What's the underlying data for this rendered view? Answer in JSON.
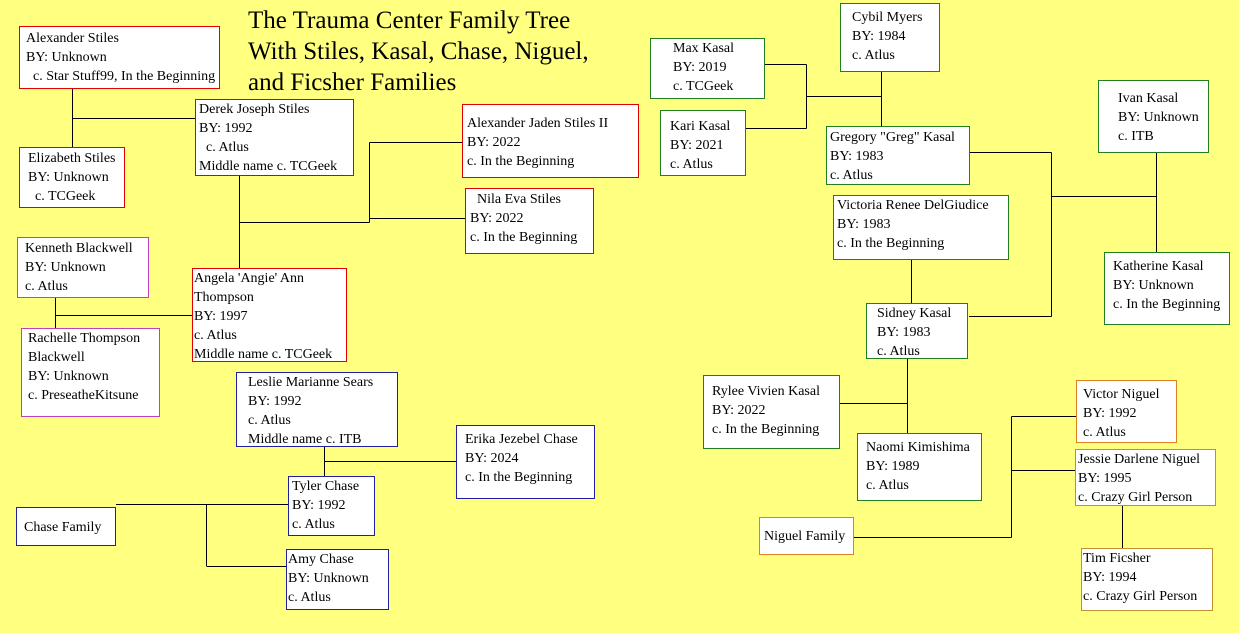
{
  "title": [
    "The Trauma Center Family Tree",
    "With Stiles, Kasal, Chase, Niguel,",
    "and Ficsher Families"
  ],
  "people": {
    "alexander_stiles": [
      "Alexander Stiles",
      "BY: Unknown",
      "c. Star Stuff99, In the Beginning"
    ],
    "elizabeth_stiles": [
      "Elizabeth Stiles",
      "BY: Unknown",
      "c. TCGeek"
    ],
    "derek_stiles": [
      "Derek Joseph Stiles",
      "BY: 1992",
      "c. Atlus",
      "Middle name c. TCGeek"
    ],
    "alexander_jaden_stiles": [
      "Alexander Jaden Stiles II",
      "BY: 2022",
      "c. In the Beginning"
    ],
    "nila_stiles": [
      "Nila Eva Stiles",
      "BY: 2022",
      "c. In the Beginning"
    ],
    "kenneth_blackwell": [
      "Kenneth Blackwell",
      "BY: Unknown",
      "c. Atlus"
    ],
    "rachelle_blackwell": [
      "Rachelle Thompson",
      "Blackwell",
      "BY: Unknown",
      "c. PreseatheKitsune"
    ],
    "angie_thompson": [
      "Angela 'Angie' Ann",
      "Thompson",
      "BY: 1997",
      "c. Atlus",
      "Middle name c. TCGeek"
    ],
    "leslie_sears": [
      "Leslie Marianne Sears",
      "BY: 1992",
      "c. Atlus",
      "Middle name c. ITB"
    ],
    "erika_chase": [
      "Erika Jezebel Chase",
      "BY: 2024",
      "c. In the Beginning"
    ],
    "tyler_chase": [
      "Tyler Chase",
      "BY: 1992",
      "c. Atlus"
    ],
    "chase_family": [
      "Chase Family"
    ],
    "amy_chase": [
      "Amy Chase",
      "BY: Unknown",
      "c. Atlus"
    ],
    "max_kasal": [
      "Max Kasal",
      "BY: 2019",
      "c. TCGeek"
    ],
    "kari_kasal": [
      "Kari Kasal",
      "BY: 2021",
      "c. Atlus"
    ],
    "cybil_myers": [
      "Cybil Myers",
      "BY: 1984",
      "c. Atlus"
    ],
    "greg_kasal": [
      "Gregory \"Greg\" Kasal",
      "BY: 1983",
      "c. Atlus"
    ],
    "victoria_delgiudice": [
      "Victoria Renee DelGiudice",
      "BY: 1983",
      "c. In the Beginning"
    ],
    "ivan_kasal": [
      "Ivan Kasal",
      "BY: Unknown",
      "c. ITB"
    ],
    "katherine_kasal": [
      "Katherine Kasal",
      "BY: Unknown",
      "c. In the Beginning"
    ],
    "sidney_kasal": [
      "Sidney Kasal",
      "BY: 1983",
      "c. Atlus"
    ],
    "rylee_kasal": [
      "Rylee Vivien Kasal",
      "BY: 2022",
      "c. In the Beginning"
    ],
    "naomi_kimishima": [
      "Naomi Kimishima",
      "BY: 1989",
      "c. Atlus"
    ],
    "victor_niguel": [
      "Victor Niguel",
      "BY: 1992",
      "c. Atlus"
    ],
    "jessie_niguel": [
      "Jessie Darlene Niguel",
      "BY: 1995",
      "c. Crazy Girl Person"
    ],
    "niguel_family": [
      "Niguel Family"
    ],
    "tim_ficsher": [
      "Tim Ficsher",
      "BY: 1994",
      "c. Crazy Girl Person"
    ]
  }
}
